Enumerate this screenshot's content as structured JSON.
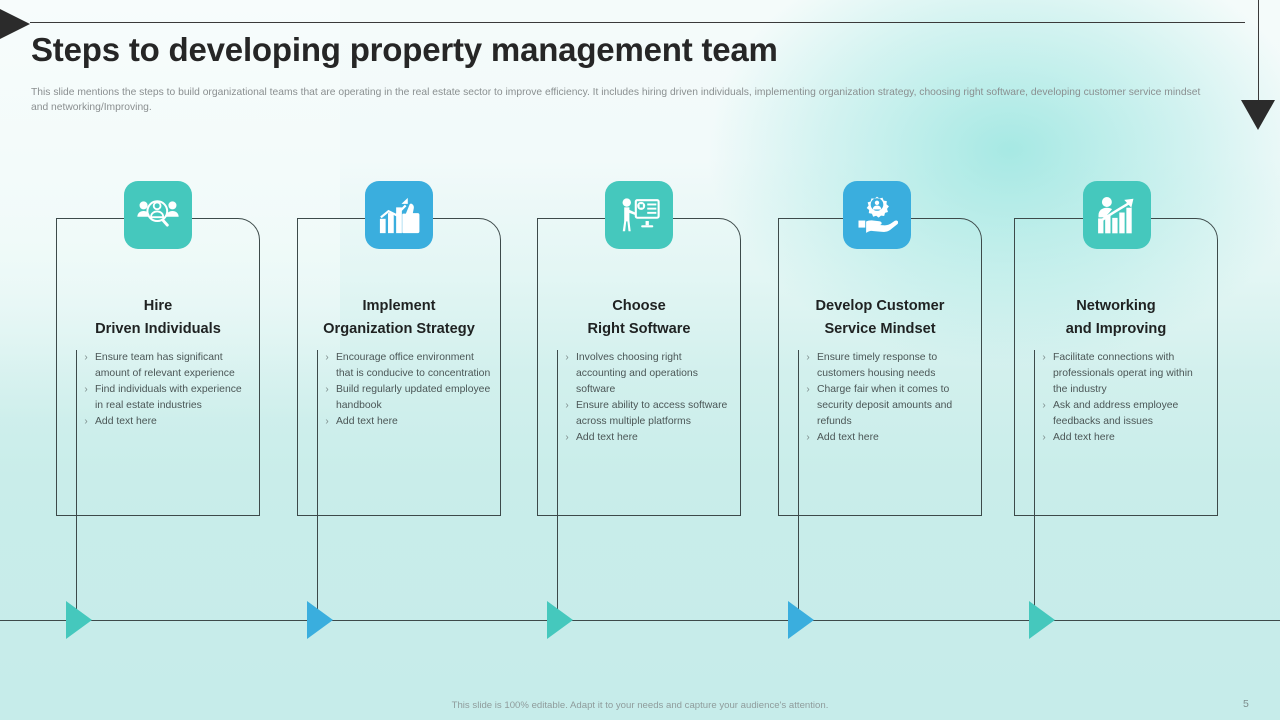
{
  "slide": {
    "title": "Steps to developing property management team",
    "subtitle": "This slide mentions the steps to build organizational teams that are operating in the real estate sector to improve efficiency. It includes hiring driven individuals, implementing organization strategy, choosing right software, developing customer service mindset and networking/Improving.",
    "footer_note": "This slide is 100% editable. Adapt it to your needs and capture your audience's attention.",
    "page_number": "5"
  },
  "colors": {
    "teal": "#45c8bd",
    "blue": "#3aaede",
    "line": "#3d4a4a",
    "title_text": "#262626",
    "body_text": "#4b5656",
    "subtitle_text": "#8a8f90",
    "background_top": "#f4fbfa",
    "background_bottom": "#c6ecea"
  },
  "steps": [
    {
      "icon": "people-search-icon",
      "icon_color": "#45c8bd",
      "arrow_color": "#45c8bd",
      "title_line1": "Hire",
      "title_line2": "Driven Individuals",
      "bullets": [
        "Ensure team has significant amount of relevant experience",
        "Find individuals with experience in real estate industries",
        "Add text here"
      ]
    },
    {
      "icon": "bar-chart-thumbs-up-icon",
      "icon_color": "#3aaede",
      "arrow_color": "#3aaede",
      "title_line1": "Implement",
      "title_line2": "Organization Strategy",
      "bullets": [
        "Encourage office environment that is conducive to concentration",
        "Build regularly updated employee handbook",
        "Add text here"
      ]
    },
    {
      "icon": "presenter-monitor-icon",
      "icon_color": "#45c8bd",
      "arrow_color": "#45c8bd",
      "title_line1": "Choose",
      "title_line2": "Right Software",
      "bullets": [
        "Involves choosing right accounting and operations software",
        "Ensure ability to access software across multiple platforms",
        "Add text here"
      ]
    },
    {
      "icon": "hand-gear-person-icon",
      "icon_color": "#3aaede",
      "arrow_color": "#3aaede",
      "title_line1": "Develop Customer",
      "title_line2": "Service Mindset",
      "bullets": [
        "Ensure timely response to customers housing needs",
        "Charge fair when it comes to security deposit amounts and refunds",
        "Add text here"
      ]
    },
    {
      "icon": "person-growth-chart-icon",
      "icon_color": "#45c8bd",
      "arrow_color": "#45c8bd",
      "title_line1": "Networking",
      "title_line2": "and Improving",
      "bullets": [
        "Facilitate connections with professionals operat ing within the industry",
        "Ask and address employee feedbacks and issues",
        "Add text here"
      ]
    }
  ],
  "bullet_marker": "›"
}
